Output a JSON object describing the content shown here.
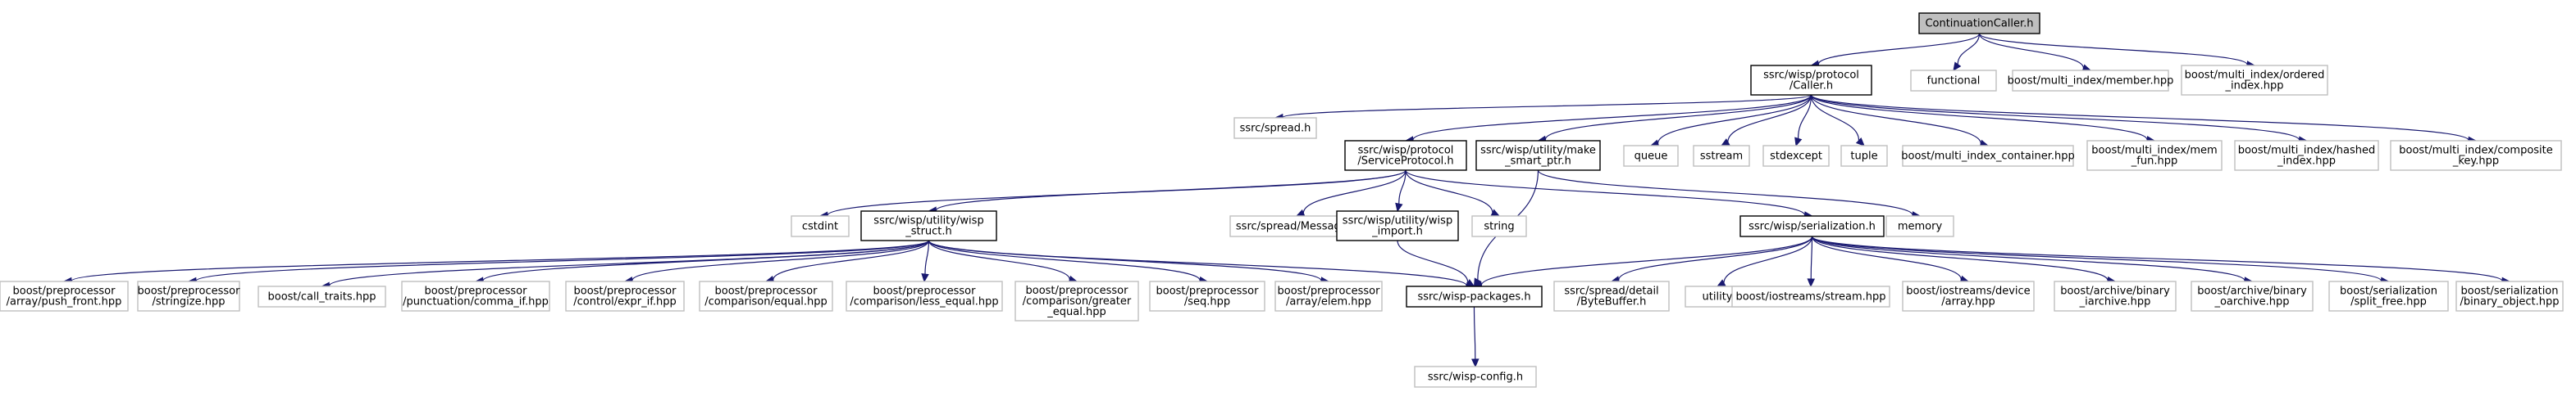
{
  "graph": {
    "title": "ContinuationCaller.h",
    "colors": {
      "edge": "#191970",
      "focus_fill": "#bfbfbf",
      "external_border": "#bfbfbf",
      "local_border": "#000000"
    },
    "nodes": [
      {
        "id": "cc",
        "lines": [
          "ContinuationCaller.h"
        ],
        "kind": "focus"
      },
      {
        "id": "caller",
        "lines": [
          "ssrc/wisp/protocol",
          "/Caller.h"
        ],
        "kind": "local"
      },
      {
        "id": "functional",
        "lines": [
          "functional"
        ],
        "kind": "external"
      },
      {
        "id": "mi_member",
        "lines": [
          "boost/multi_index/member.hpp"
        ],
        "kind": "external"
      },
      {
        "id": "mi_ordered",
        "lines": [
          "boost/multi_index/ordered",
          "_index.hpp"
        ],
        "kind": "external"
      },
      {
        "id": "spread",
        "lines": [
          "ssrc/spread.h"
        ],
        "kind": "external"
      },
      {
        "id": "sp",
        "lines": [
          "ssrc/wisp/protocol",
          "/ServiceProtocol.h"
        ],
        "kind": "local"
      },
      {
        "id": "msp",
        "lines": [
          "ssrc/wisp/utility/make",
          "_smart_ptr.h"
        ],
        "kind": "local"
      },
      {
        "id": "queue",
        "lines": [
          "queue"
        ],
        "kind": "external"
      },
      {
        "id": "sstream",
        "lines": [
          "sstream"
        ],
        "kind": "external"
      },
      {
        "id": "stdexcept",
        "lines": [
          "stdexcept"
        ],
        "kind": "external"
      },
      {
        "id": "tuple",
        "lines": [
          "tuple"
        ],
        "kind": "external"
      },
      {
        "id": "mic",
        "lines": [
          "boost/multi_index_container.hpp"
        ],
        "kind": "external"
      },
      {
        "id": "mimf",
        "lines": [
          "boost/multi_index/mem",
          "_fun.hpp"
        ],
        "kind": "external"
      },
      {
        "id": "mih",
        "lines": [
          "boost/multi_index/hashed",
          "_index.hpp"
        ],
        "kind": "external"
      },
      {
        "id": "mick",
        "lines": [
          "boost/multi_index/composite",
          "_key.hpp"
        ],
        "kind": "external"
      },
      {
        "id": "cstdint",
        "lines": [
          "cstdint"
        ],
        "kind": "external"
      },
      {
        "id": "ws",
        "lines": [
          "ssrc/wisp/utility/wisp",
          "_struct.h"
        ],
        "kind": "local"
      },
      {
        "id": "msg",
        "lines": [
          "ssrc/spread/Message.h"
        ],
        "kind": "external"
      },
      {
        "id": "wi",
        "lines": [
          "ssrc/wisp/utility/wisp",
          "_import.h"
        ],
        "kind": "local"
      },
      {
        "id": "string",
        "lines": [
          "string"
        ],
        "kind": "external"
      },
      {
        "id": "ser",
        "lines": [
          "ssrc/wisp/serialization.h"
        ],
        "kind": "local"
      },
      {
        "id": "memory",
        "lines": [
          "memory"
        ],
        "kind": "external"
      },
      {
        "id": "pp_pf",
        "lines": [
          "boost/preprocessor",
          "/array/push_front.hpp"
        ],
        "kind": "external"
      },
      {
        "id": "pp_str",
        "lines": [
          "boost/preprocessor",
          "/stringize.hpp"
        ],
        "kind": "external"
      },
      {
        "id": "ct",
        "lines": [
          "boost/call_traits.hpp"
        ],
        "kind": "external"
      },
      {
        "id": "pp_ci",
        "lines": [
          "boost/preprocessor",
          "/punctuation/comma_if.hpp"
        ],
        "kind": "external"
      },
      {
        "id": "pp_ei",
        "lines": [
          "boost/preprocessor",
          "/control/expr_if.hpp"
        ],
        "kind": "external"
      },
      {
        "id": "pp_eq",
        "lines": [
          "boost/preprocessor",
          "/comparison/equal.hpp"
        ],
        "kind": "external"
      },
      {
        "id": "pp_le",
        "lines": [
          "boost/preprocessor",
          "/comparison/less_equal.hpp"
        ],
        "kind": "external"
      },
      {
        "id": "pp_ge",
        "lines": [
          "boost/preprocessor",
          "/comparison/greater",
          "_equal.hpp"
        ],
        "kind": "external"
      },
      {
        "id": "pp_seq",
        "lines": [
          "boost/preprocessor",
          "/seq.hpp"
        ],
        "kind": "external"
      },
      {
        "id": "pp_ae",
        "lines": [
          "boost/preprocessor",
          "/array/elem.hpp"
        ],
        "kind": "external"
      },
      {
        "id": "wp",
        "lines": [
          "ssrc/wisp-packages.h"
        ],
        "kind": "local"
      },
      {
        "id": "bb",
        "lines": [
          "ssrc/spread/detail",
          "/ByteBuffer.h"
        ],
        "kind": "external"
      },
      {
        "id": "utility",
        "lines": [
          "utility"
        ],
        "kind": "external"
      },
      {
        "id": "ios",
        "lines": [
          "boost/iostreams/stream.hpp"
        ],
        "kind": "external"
      },
      {
        "id": "iod",
        "lines": [
          "boost/iostreams/device",
          "/array.hpp"
        ],
        "kind": "external"
      },
      {
        "id": "bia",
        "lines": [
          "boost/archive/binary",
          "_iarchive.hpp"
        ],
        "kind": "external"
      },
      {
        "id": "boa",
        "lines": [
          "boost/archive/binary",
          "_oarchive.hpp"
        ],
        "kind": "external"
      },
      {
        "id": "sf",
        "lines": [
          "boost/serialization",
          "/split_free.hpp"
        ],
        "kind": "external"
      },
      {
        "id": "bo",
        "lines": [
          "boost/serialization",
          "/binary_object.hpp"
        ],
        "kind": "external"
      },
      {
        "id": "wc",
        "lines": [
          "ssrc/wisp-config.h"
        ],
        "kind": "external"
      }
    ],
    "edges": [
      [
        "cc",
        "caller"
      ],
      [
        "cc",
        "functional"
      ],
      [
        "cc",
        "mi_member"
      ],
      [
        "cc",
        "mi_ordered"
      ],
      [
        "caller",
        "spread"
      ],
      [
        "caller",
        "sp"
      ],
      [
        "caller",
        "msp"
      ],
      [
        "caller",
        "queue"
      ],
      [
        "caller",
        "sstream"
      ],
      [
        "caller",
        "stdexcept"
      ],
      [
        "caller",
        "tuple"
      ],
      [
        "caller",
        "mic"
      ],
      [
        "caller",
        "mimf"
      ],
      [
        "caller",
        "mih"
      ],
      [
        "caller",
        "mick"
      ],
      [
        "sp",
        "cstdint"
      ],
      [
        "sp",
        "ws"
      ],
      [
        "sp",
        "msg"
      ],
      [
        "sp",
        "wi"
      ],
      [
        "sp",
        "string"
      ],
      [
        "sp",
        "ser"
      ],
      [
        "msp",
        "memory"
      ],
      [
        "msp",
        "wp"
      ],
      [
        "ws",
        "pp_pf"
      ],
      [
        "ws",
        "pp_str"
      ],
      [
        "ws",
        "ct"
      ],
      [
        "ws",
        "pp_ci"
      ],
      [
        "ws",
        "pp_ei"
      ],
      [
        "ws",
        "pp_eq"
      ],
      [
        "ws",
        "pp_le"
      ],
      [
        "ws",
        "pp_ge"
      ],
      [
        "ws",
        "pp_seq"
      ],
      [
        "ws",
        "pp_ae"
      ],
      [
        "ws",
        "wp"
      ],
      [
        "wi",
        "wp"
      ],
      [
        "ser",
        "wp"
      ],
      [
        "ser",
        "bb"
      ],
      [
        "ser",
        "utility"
      ],
      [
        "ser",
        "ios"
      ],
      [
        "ser",
        "iod"
      ],
      [
        "ser",
        "bia"
      ],
      [
        "ser",
        "boa"
      ],
      [
        "ser",
        "sf"
      ],
      [
        "ser",
        "bo"
      ],
      [
        "wp",
        "wc"
      ]
    ]
  }
}
